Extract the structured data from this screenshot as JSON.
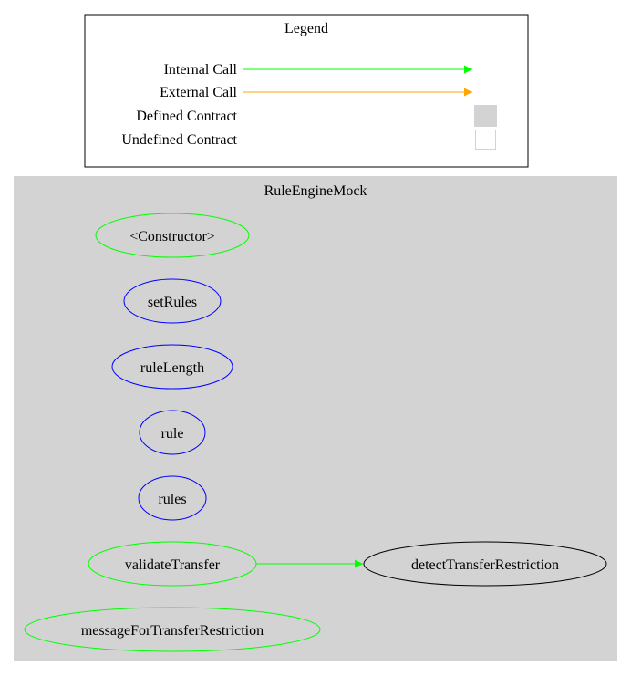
{
  "legend": {
    "title": "Legend",
    "items": [
      {
        "label": "Internal Call",
        "kind": "arrow",
        "color": "#00ff00"
      },
      {
        "label": "External Call",
        "kind": "arrow",
        "color": "#ffa500"
      },
      {
        "label": "Defined Contract",
        "kind": "box",
        "fill": "#d3d3d3"
      },
      {
        "label": "Undefined Contract",
        "kind": "box",
        "fill": "#ffffff"
      }
    ]
  },
  "cluster": {
    "title": "RuleEngineMock",
    "background": "#d3d3d3"
  },
  "nodes": [
    {
      "id": "constructor",
      "label": "<Constructor>",
      "color": "#00ff00"
    },
    {
      "id": "setRules",
      "label": "setRules",
      "color": "#0000ff"
    },
    {
      "id": "ruleLength",
      "label": "ruleLength",
      "color": "#0000ff"
    },
    {
      "id": "rule",
      "label": "rule",
      "color": "#0000ff"
    },
    {
      "id": "rules",
      "label": "rules",
      "color": "#0000ff"
    },
    {
      "id": "validateTransfer",
      "label": "validateTransfer",
      "color": "#00ff00"
    },
    {
      "id": "messageForTransferRestriction",
      "label": "messageForTransferRestriction",
      "color": "#00ff00"
    },
    {
      "id": "detectTransferRestriction",
      "label": "detectTransferRestriction",
      "color": "#000000"
    }
  ],
  "edges": [
    {
      "from": "validateTransfer",
      "to": "detectTransferRestriction",
      "type": "internal",
      "color": "#00ff00"
    }
  ]
}
